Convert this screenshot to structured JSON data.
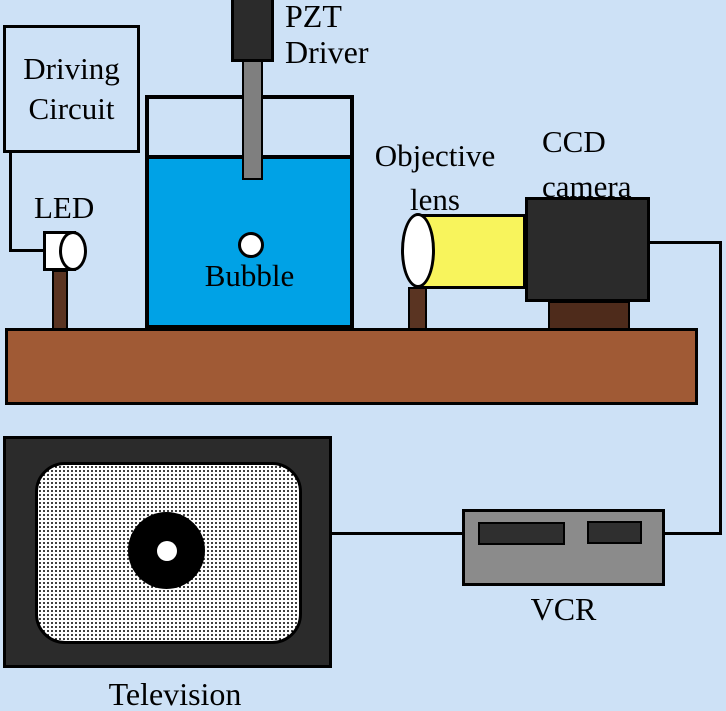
{
  "figure": {
    "type": "experimental-setup-diagram",
    "description": "Acoustic bubble observation setup: PZT driver excites a water tank containing a bubble, illuminated by an LED and imaged through an objective lens onto a CCD camera, recorded by a VCR and displayed on a television."
  },
  "colors": {
    "background": "#cde1f6",
    "water": "#00a2e6",
    "table": "#a05a35",
    "post": "#5a3422",
    "pedestal": "#4e2b1b",
    "dark_device": "#2b2b2b",
    "rod": "#7f7f7f",
    "vcr_body": "#8b8b8b",
    "vcr_slot": "#2f2f2f",
    "lens_barrel": "#f8f45c",
    "screen": "#ffffff",
    "outline": "#000000"
  },
  "labels": {
    "driving_circuit": {
      "line1": "Driving",
      "line2": "Circuit"
    },
    "pzt_driver": {
      "line1": "PZT",
      "line2": "Driver"
    },
    "led": "LED",
    "bubble": "Bubble",
    "objective_lens": {
      "line1": "Objective",
      "line2": "lens"
    },
    "ccd_camera": {
      "line1": "CCD",
      "line2": "camera"
    },
    "vcr": "VCR",
    "television": "Television"
  }
}
